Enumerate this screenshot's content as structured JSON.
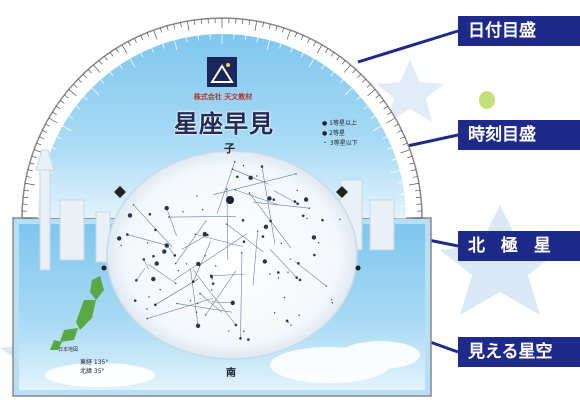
{
  "callouts": {
    "date_scale": "日付目盛",
    "time_scale": "時刻目盛",
    "polaris": "北 極 星",
    "visible_sky": "見える星空"
  },
  "planisphere": {
    "brand": "株式会社 天文教材",
    "title": "星座早見",
    "north": "子",
    "south": "南",
    "legend": [
      "● 1等星以上",
      "● 2等星",
      "・ 3等星以下"
    ],
    "info_longitude": "東経 135°",
    "info_latitude": "北緯 35°",
    "map_caption": "日本地図"
  },
  "colors": {
    "callout_bg": "#1d2a8a",
    "sky_blue": "#8fcdf0",
    "title": "#222a55"
  }
}
